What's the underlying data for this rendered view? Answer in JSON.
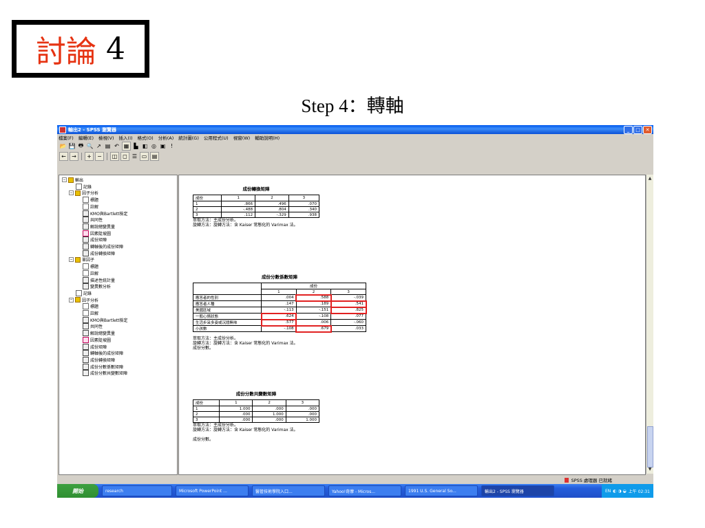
{
  "slide": {
    "label_red": "討論",
    "label_num": "4",
    "step_title": "Step 4：轉軸"
  },
  "window": {
    "title": "輸出2 - SPSS 瀏覽器",
    "menu": [
      "檔案(F)",
      "編輯(E)",
      "檢視(V)",
      "插入(I)",
      "格式(O)",
      "分析(A)",
      "統計圖(G)",
      "公用程式(U)",
      "視窗(W)",
      "輔助說明(H)"
    ]
  },
  "tree": [
    {
      "text": "輸出",
      "icon": "book-icon",
      "indent": 0
    },
    {
      "text": "記錄",
      "icon": "doc-icon",
      "indent": 2
    },
    {
      "text": "因子分析",
      "icon": "book-icon",
      "indent": 1
    },
    {
      "text": "標題",
      "icon": "doc-icon",
      "indent": 3
    },
    {
      "text": "註解",
      "icon": "doc-icon",
      "indent": 3
    },
    {
      "text": "KMO與Bartlett檢定",
      "icon": "table-icon",
      "indent": 3
    },
    {
      "text": "共同性",
      "icon": "table-icon",
      "indent": 3
    },
    {
      "text": "解說總變異量",
      "icon": "table-icon",
      "indent": 3
    },
    {
      "text": "因素陡坡圖",
      "icon": "chart-icon",
      "indent": 3
    },
    {
      "text": "成份矩陣",
      "icon": "table-icon",
      "indent": 3
    },
    {
      "text": "轉軸後的成份矩陣",
      "icon": "table-icon",
      "indent": 3
    },
    {
      "text": "成份轉換矩陣",
      "icon": "table-icon",
      "indent": 3
    },
    {
      "text": "單因子",
      "icon": "book-icon",
      "indent": 1
    },
    {
      "text": "標題",
      "icon": "doc-icon",
      "indent": 3
    },
    {
      "text": "註解",
      "icon": "doc-icon",
      "indent": 3
    },
    {
      "text": "描述性統計量",
      "icon": "table-icon",
      "indent": 3
    },
    {
      "text": "變異數分析",
      "icon": "table-icon",
      "indent": 3
    },
    {
      "text": "記錄",
      "icon": "doc-icon",
      "indent": 2
    },
    {
      "text": "因子分析",
      "icon": "book-icon",
      "indent": 1
    },
    {
      "text": "標題",
      "icon": "doc-icon",
      "indent": 3
    },
    {
      "text": "註解",
      "icon": "doc-icon",
      "indent": 3
    },
    {
      "text": "KMO與Bartlett檢定",
      "icon": "table-icon",
      "indent": 3
    },
    {
      "text": "共同性",
      "icon": "table-icon",
      "indent": 3
    },
    {
      "text": "解說總變異量",
      "icon": "table-icon",
      "indent": 3
    },
    {
      "text": "因素陡坡圖",
      "icon": "chart-icon",
      "indent": 3
    },
    {
      "text": "成份矩陣",
      "icon": "table-icon",
      "indent": 3
    },
    {
      "text": "轉軸後的成份矩陣",
      "icon": "table-icon",
      "indent": 3
    },
    {
      "text": "成份轉換矩陣",
      "icon": "table-icon",
      "indent": 3
    },
    {
      "text": "成份分數係數矩陣",
      "icon": "table-icon",
      "indent": 3
    },
    {
      "text": "成份分數共變數矩陣",
      "icon": "table-icon",
      "indent": 3
    }
  ],
  "table1": {
    "title": "成份轉換矩陣",
    "header": [
      "成份",
      "1",
      "2",
      "3"
    ],
    "rows": [
      [
        "1",
        ".866",
        ".496",
        ".070"
      ],
      [
        "2",
        "-.488",
        ".804",
        ".340"
      ],
      [
        "3",
        ".112",
        "-.329",
        ".938"
      ]
    ],
    "notes": [
      "萃取方法：主成份分析。",
      "旋轉方法：旋轉方法：含 Kaiser 常態化的 Varimax 法。"
    ]
  },
  "table2": {
    "title": "成份分數係數矩陣",
    "group_header": "成份",
    "cols": [
      "1",
      "2",
      "3"
    ],
    "rows": [
      [
        "應答者的性別",
        ".004",
        ".588",
        "-.039"
      ],
      [
        "應答者人種",
        ".147",
        ".189",
        ".541"
      ],
      [
        "美國區域",
        "-.113",
        "-.151",
        ".825"
      ],
      [
        "一般心情狀態",
        ".624",
        "-.108",
        ".077"
      ],
      [
        "生活步采多姿或沉悶無味",
        ".577",
        ".006",
        "-.060"
      ],
      [
        "小孩數",
        "-.108",
        ".679",
        ".033"
      ]
    ],
    "notes": [
      "萃取方法：主成份分析。",
      "旋轉方法：旋轉方法：含 Kaiser 常態化的 Varimax 法。",
      "成份分數。"
    ]
  },
  "table3": {
    "title": "成份分數共變數矩陣",
    "header": [
      "成份",
      "1",
      "2",
      "3"
    ],
    "rows": [
      [
        "1",
        "1.000",
        ".000",
        ".000"
      ],
      [
        "2",
        ".000",
        "1.000",
        ".000"
      ],
      [
        "3",
        ".000",
        ".000",
        "1.000"
      ]
    ],
    "notes": [
      "萃取方法：主成份分析。",
      "旋轉方法：旋轉方法：含 Kaiser 常態化的 Varimax 法。",
      "",
      "成份分數。"
    ]
  },
  "status": "SPSS 處理器 已就緒",
  "taskbar": {
    "start": "開始",
    "tasks": [
      "research",
      "Microsoft PowerPoint ...",
      "醫管技術學院入口...",
      "Yahoo!奇摩 - Micros...",
      "1991 U.S. General So...",
      "輸出2 - SPSS 瀏覽器"
    ],
    "tray_lang": "EN",
    "clock": "上午 02:31"
  },
  "colors": {
    "accent_red": "#e63312",
    "highlight": "#e12020",
    "xp_blue": "#245edc"
  }
}
